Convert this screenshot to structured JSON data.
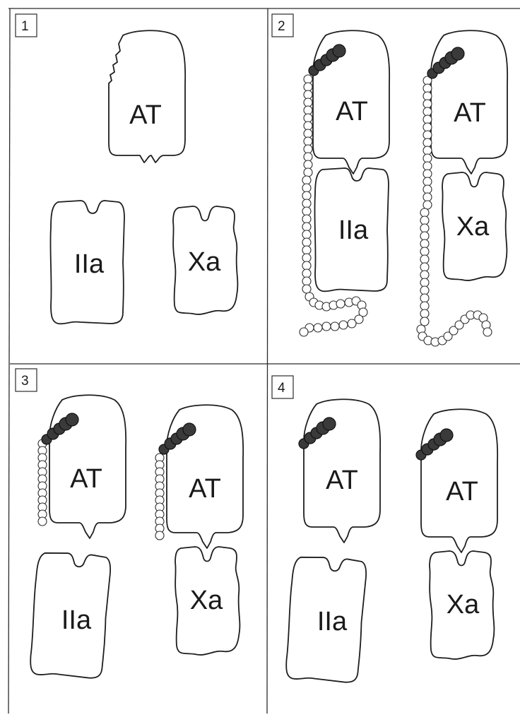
{
  "panels": [
    {
      "number": "1",
      "labels": {
        "at": "AT",
        "iia": "IIa",
        "xa": "Xa"
      }
    },
    {
      "number": "2",
      "labels": {
        "at_left": "AT",
        "iia": "IIa",
        "at_right": "AT",
        "xa": "Xa"
      }
    },
    {
      "number": "3",
      "labels": {
        "at_left": "AT",
        "iia": "IIa",
        "at_right": "AT",
        "xa": "Xa"
      }
    },
    {
      "number": "4",
      "labels": {
        "at_left": "AT",
        "iia": "IIa",
        "at_right": "AT",
        "xa": "Xa"
      }
    }
  ],
  "colors": {
    "dark_bead": "#3a3a3a",
    "light_bead": "#ffffff",
    "outline": "#1e1e1e"
  }
}
